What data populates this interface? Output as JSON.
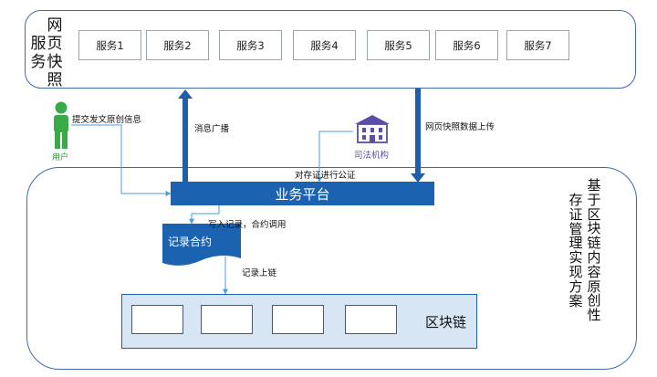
{
  "services_title": [
    "网页快照",
    "服务"
  ],
  "services": [
    "服务1",
    "服务2",
    "服务3",
    "服务4",
    "服务5",
    "服务6",
    "服务7"
  ],
  "user": {
    "label": "用户",
    "action": "提交发文原创信息"
  },
  "judicial": {
    "label": "司法机构",
    "action": "对存证进行公证"
  },
  "arrows": {
    "broadcast": "消息广播",
    "upload": "网页快照数据上传",
    "write": "写入记录，合约调用",
    "onchain": "记录上链"
  },
  "platform": "业务平台",
  "record_contract": "记录合约",
  "blockchain": "区块链",
  "solution_title": [
    "基于区块链内容原创性",
    "存证管理实现方案"
  ],
  "colors": {
    "frame": "#3f6aa8",
    "platform": "#1b62b0",
    "chain_bg": "#d6e6f4",
    "user": "#3aaa48",
    "judicial": "#5a4ea8",
    "connector": "#4a9fd8"
  }
}
